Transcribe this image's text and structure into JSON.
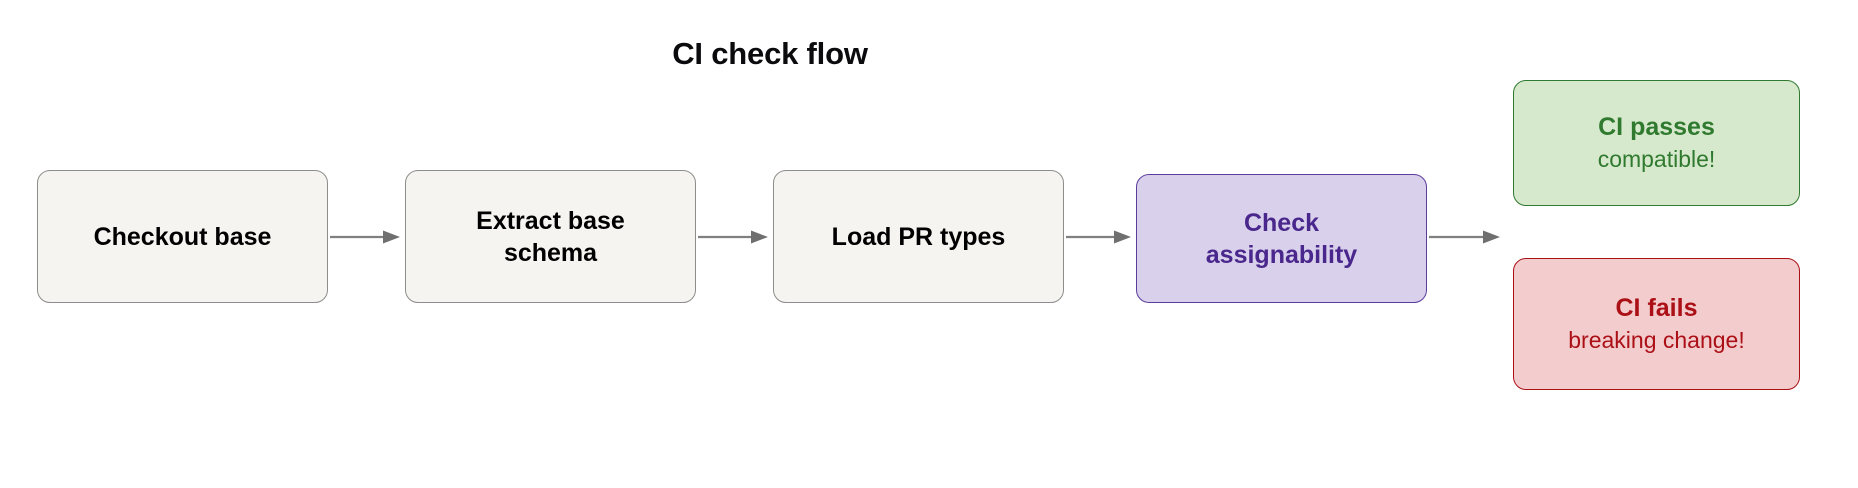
{
  "diagram": {
    "title": "CI check flow",
    "type": "flowchart",
    "direction": "left-to-right",
    "background_color": "#ffffff"
  },
  "nodes": [
    {
      "id": "checkout",
      "label": "Checkout base",
      "shape": "rounded-rectangle",
      "fill_color": "#f5f4f1",
      "border_color": "#8d8d8d",
      "text_color": "#000000"
    },
    {
      "id": "extract",
      "label_line1": "Extract base",
      "label_line2": "schema",
      "shape": "rounded-rectangle",
      "fill_color": "#f5f4f1",
      "border_color": "#8d8d8d",
      "text_color": "#000000"
    },
    {
      "id": "loadtypes",
      "label": "Load PR types",
      "shape": "rounded-rectangle",
      "fill_color": "#f5f4f1",
      "border_color": "#8d8d8d",
      "text_color": "#000000"
    },
    {
      "id": "check",
      "label_line1": "Check",
      "label_line2": "assignability",
      "shape": "rounded-rectangle",
      "fill_color": "#d9d0ec",
      "border_color": "#5b3c9c",
      "text_color": "#4a278c"
    },
    {
      "id": "pass",
      "title": "CI passes",
      "subtitle": "compatible!",
      "shape": "rounded-rectangle",
      "fill_color": "#d7e9cd",
      "border_color": "#2f7a2f",
      "text_color": "#2f7a2f"
    },
    {
      "id": "fail",
      "title": "CI fails",
      "subtitle": "breaking change!",
      "shape": "rounded-rectangle",
      "fill_color": "#f3ccce",
      "border_color": "#ab1016",
      "text_color": "#ab1016"
    }
  ],
  "edges": [
    {
      "id": "edge-1",
      "from": "checkout",
      "to": "extract",
      "label": "",
      "color": "#808080",
      "arrowhead": "triangle"
    },
    {
      "id": "edge-2",
      "from": "extract",
      "to": "loadtypes",
      "label": "",
      "color": "#808080",
      "arrowhead": "triangle"
    },
    {
      "id": "edge-3",
      "from": "loadtypes",
      "to": "check",
      "label": "",
      "color": "#808080",
      "arrowhead": "triangle"
    },
    {
      "id": "edge-4",
      "from": "check",
      "to": "outcome",
      "label": "",
      "color": "#808080",
      "arrowhead": "triangle"
    }
  ]
}
